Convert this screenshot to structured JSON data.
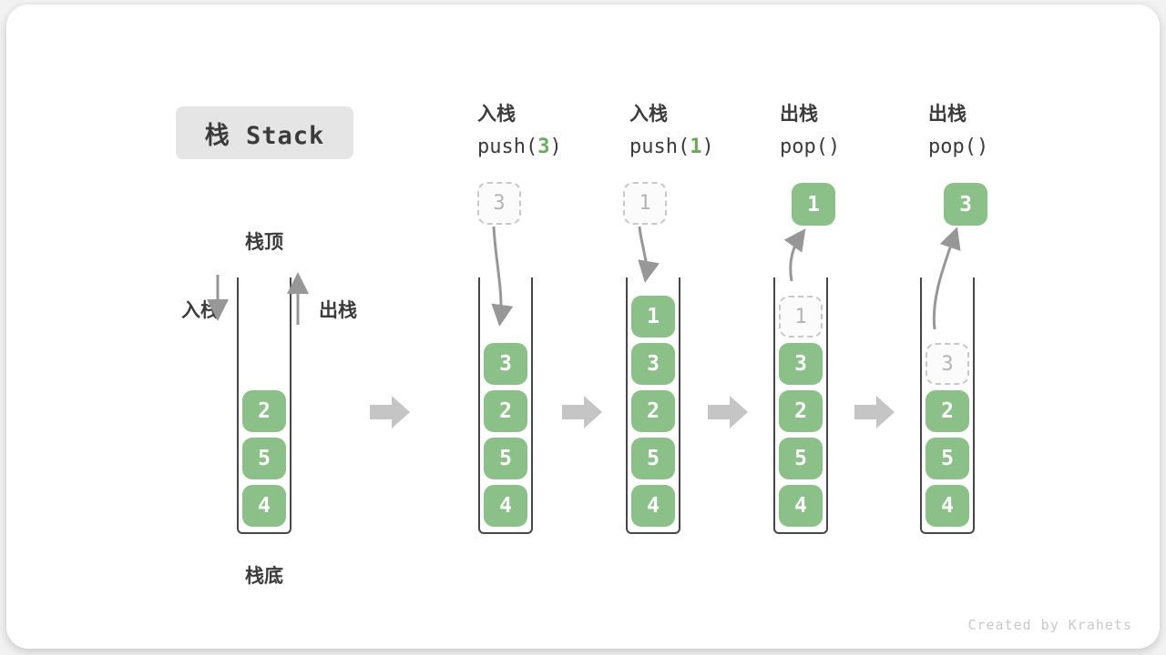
{
  "title": "栈 Stack",
  "watermark": "Created by Krahets",
  "legend": {
    "stack_top": "栈顶",
    "stack_bottom": "栈底",
    "push_label": "入栈",
    "pop_label": "出栈"
  },
  "operations": [
    {
      "name": "入栈",
      "code_pre": "push(",
      "code_arg": "3",
      "code_post": ")"
    },
    {
      "name": "入栈",
      "code_pre": "push(",
      "code_arg": "1",
      "code_post": ")"
    },
    {
      "name": "出栈",
      "code_pre": "pop()",
      "code_arg": "",
      "code_post": ""
    },
    {
      "name": "出栈",
      "code_pre": "pop()",
      "code_arg": "",
      "code_post": ""
    }
  ],
  "floating": {
    "push_value_3": "3",
    "push_value_1": "1",
    "pop_value_1": "1",
    "pop_value_3": "3"
  },
  "stacks": [
    {
      "cells": [
        {
          "v": "2",
          "row": 2
        },
        {
          "v": "5",
          "row": 3
        },
        {
          "v": "4",
          "row": 4
        }
      ]
    },
    {
      "cells": [
        {
          "v": "3",
          "row": 1
        },
        {
          "v": "2",
          "row": 2
        },
        {
          "v": "5",
          "row": 3
        },
        {
          "v": "4",
          "row": 4
        }
      ]
    },
    {
      "cells": [
        {
          "v": "1",
          "row": 0
        },
        {
          "v": "3",
          "row": 1
        },
        {
          "v": "2",
          "row": 2
        },
        {
          "v": "5",
          "row": 3
        },
        {
          "v": "4",
          "row": 4
        }
      ]
    },
    {
      "cells": [
        {
          "v": "1",
          "row": 0,
          "ghost": true
        },
        {
          "v": "3",
          "row": 1
        },
        {
          "v": "2",
          "row": 2
        },
        {
          "v": "5",
          "row": 3
        },
        {
          "v": "4",
          "row": 4
        }
      ]
    },
    {
      "cells": [
        {
          "v": "3",
          "row": 1,
          "ghost": true
        },
        {
          "v": "2",
          "row": 2
        },
        {
          "v": "5",
          "row": 3
        },
        {
          "v": "4",
          "row": 4
        }
      ]
    }
  ],
  "colors": {
    "element_green": "#8CC089",
    "code_arg_green": "#69AA5A",
    "arrow_gray": "#979797",
    "block_arrow_gray": "#C5C5C5",
    "ghost_gray": "#C8C8C8",
    "text_dark": "#3B3B3B"
  }
}
